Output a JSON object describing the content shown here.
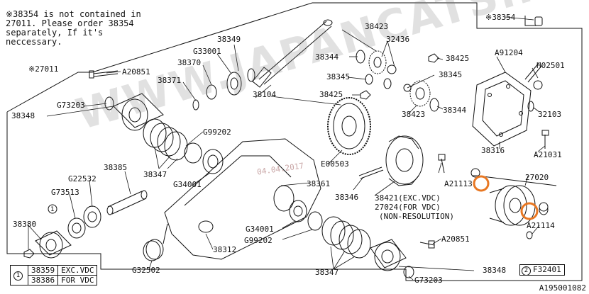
{
  "note": {
    "lines": [
      "※38354 is not contained in",
      "27011. Please order 38354",
      "separately, If it's",
      "neccessary."
    ]
  },
  "watermark": "WWW.JAPANCATS.RU",
  "date_stamp": "04.04.2017",
  "labels": {
    "p27011": "※27011",
    "p38354": "※38354",
    "pA20851a": "A20851",
    "p38349": "38349",
    "pG33001": "G33001",
    "p38370": "38370",
    "p38371": "38371",
    "p38423a": "38423",
    "p32436": "32436",
    "p38344a": "38344",
    "p38425a": "38425",
    "pA91204": "A91204",
    "pH02501": "H02501",
    "p38345a": "38345",
    "p38345b": "38345",
    "p38425b": "38425",
    "p38104": "38104",
    "p38423b": "38423",
    "p38344b": "38344",
    "p32103": "32103",
    "p38348a": "38348",
    "pG73203a": "G73203",
    "pG99202a": "G99202",
    "p38316": "38316",
    "pA21031": "A21031",
    "p38347a": "38347",
    "p38385": "38385",
    "pG22532": "G22532",
    "pG34001a": "G34001",
    "pE00503": "E00503",
    "pA21113": "A21113",
    "p27020": "27020",
    "p38361": "38361",
    "p38346": "38346",
    "p38421": "38421(EXC.VDC)",
    "p27024": "27024(FOR VDC)",
    "pNonRes": "(NON-RESOLUTION)",
    "pG73513": "G73513",
    "pA21114": "A21114",
    "p38380": "38380",
    "pG34001b": "G34001",
    "pG99202b": "G99202",
    "pA20851b": "A20851",
    "p38312": "38312",
    "p38347b": "38347",
    "p38348b": "38348",
    "pG73203b": "G73203",
    "pG32502": "G32502",
    "circle1": "1"
  },
  "legend": {
    "num": "1",
    "rows": [
      {
        "part": "38359",
        "desc": "EXC.VDC"
      },
      {
        "part": "38386",
        "desc": "FOR VDC"
      }
    ]
  },
  "fig": {
    "num": "2",
    "code": "F32401"
  },
  "doc_id": "A195001082",
  "colors": {
    "highlight": "#e87722",
    "line": "#111111"
  }
}
